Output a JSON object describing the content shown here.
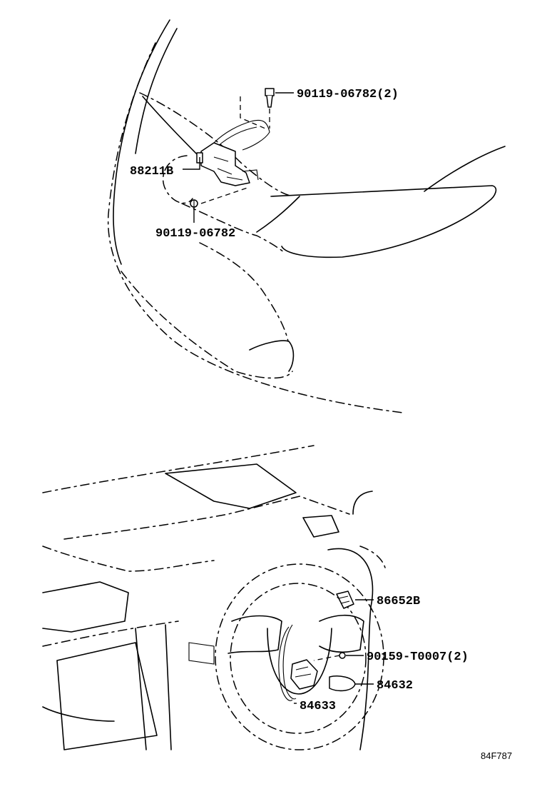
{
  "callouts": {
    "bolt_upper": "90119-06782(2)",
    "module": "88211B",
    "bolt_lower": "90119-06782",
    "switch_right": "86652B",
    "screw": "90159-T0007(2)",
    "switch_lower": "84632",
    "harness": "84633"
  },
  "illustration_code": "84F787"
}
